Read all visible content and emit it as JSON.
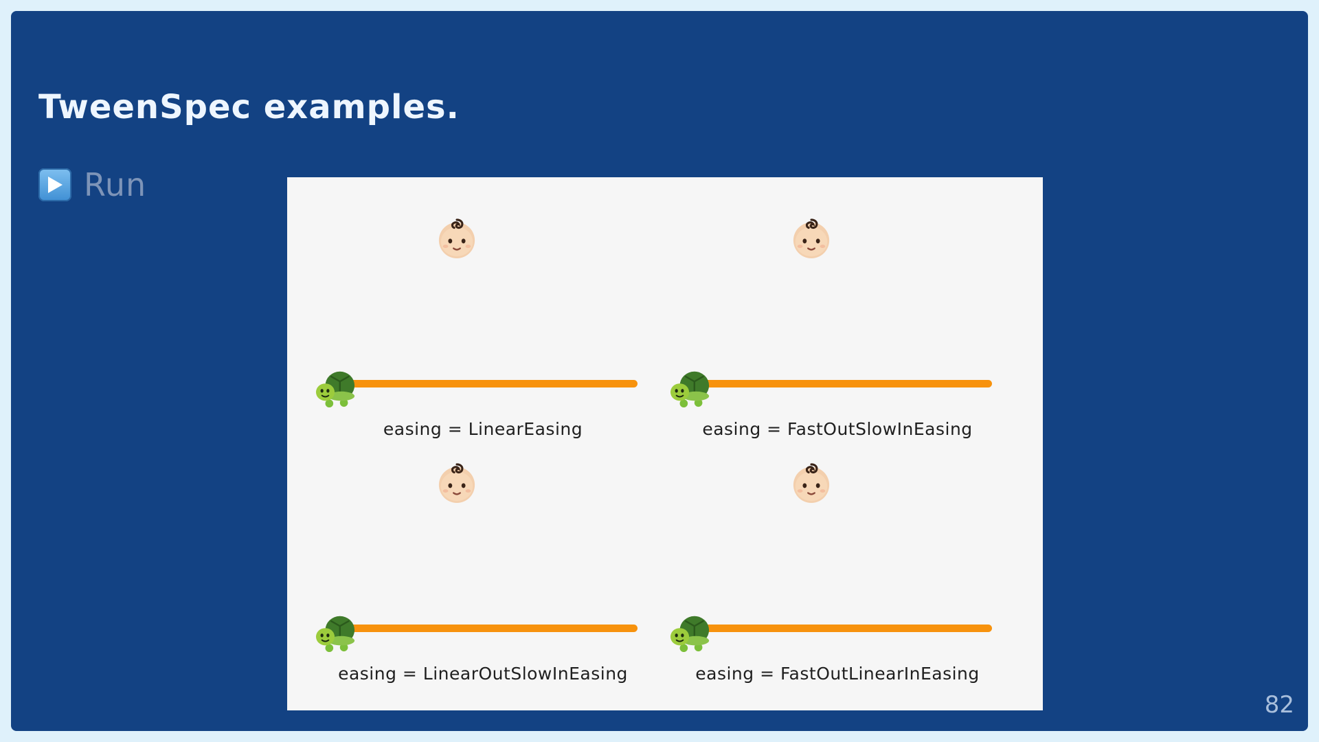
{
  "slide": {
    "title": "TweenSpec examples.",
    "page_number": "82",
    "colors": {
      "background": "#134283",
      "title": "#eef6ff",
      "track": "#f7920d"
    }
  },
  "run_button": {
    "icon": "play-icon",
    "label": "Run"
  },
  "demo": {
    "examples": [
      {
        "label": "easing = LinearEasing",
        "start_icon": "turtle-icon",
        "target_icon": "baby-icon"
      },
      {
        "label": "easing = FastOutSlowInEasing",
        "start_icon": "turtle-icon",
        "target_icon": "baby-icon"
      },
      {
        "label": "easing = LinearOutSlowInEasing",
        "start_icon": "turtle-icon",
        "target_icon": "baby-icon"
      },
      {
        "label": "easing = FastOutLinearInEasing",
        "start_icon": "turtle-icon",
        "target_icon": "baby-icon"
      }
    ]
  }
}
